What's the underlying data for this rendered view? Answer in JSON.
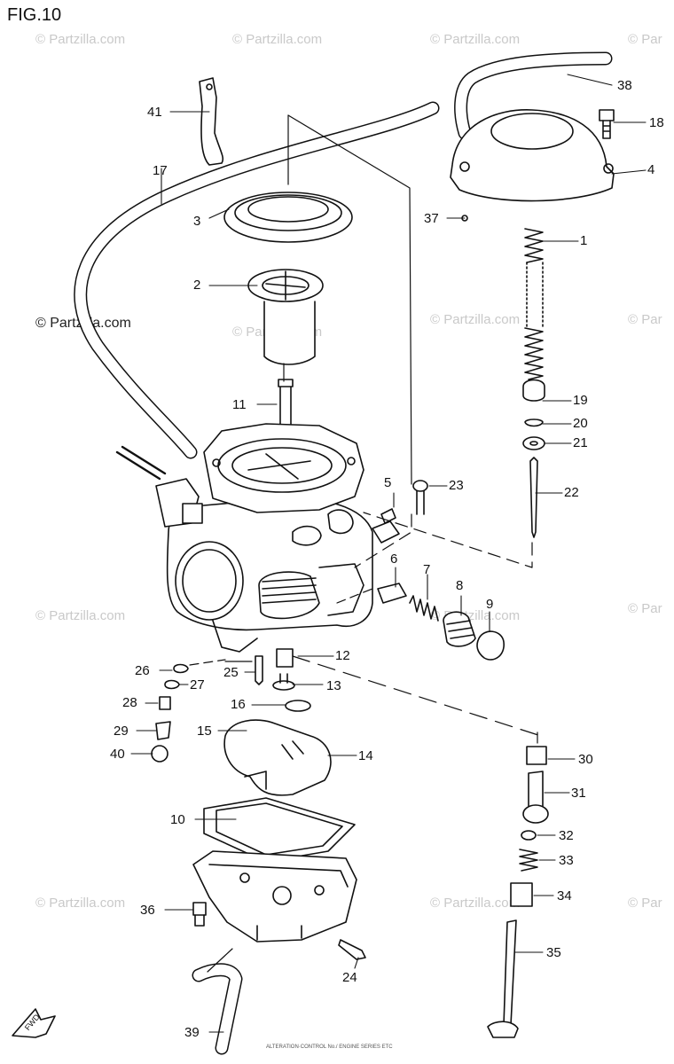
{
  "title": "FIG.10",
  "watermark_main": "© Partzilla.com",
  "watermark": "© Partzilla.com",
  "watermark_partial": "© Par",
  "footer": "ALTERATION·CONTROL No./ ENGINE SERIES ETC",
  "arrow_label": "FWD",
  "part_labels": [
    "1",
    "2",
    "3",
    "4",
    "5",
    "6",
    "7",
    "8",
    "9",
    "10",
    "11",
    "12",
    "13",
    "14",
    "15",
    "16",
    "17",
    "18",
    "19",
    "20",
    "21",
    "22",
    "23",
    "24",
    "25",
    "26",
    "27",
    "28",
    "29",
    "30",
    "31",
    "32",
    "33",
    "34",
    "35",
    "36",
    "37",
    "38",
    "39",
    "40",
    "41"
  ]
}
